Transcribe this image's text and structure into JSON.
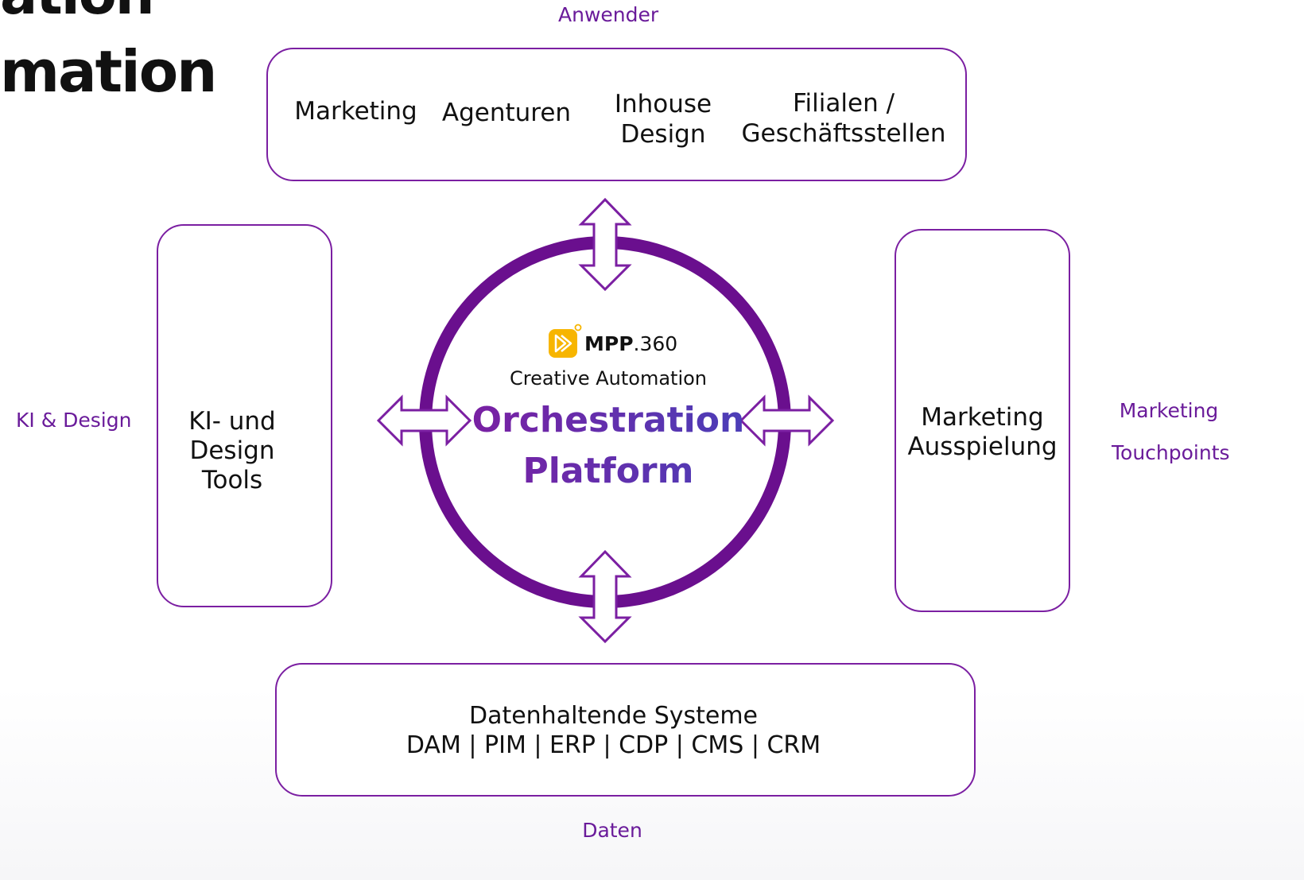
{
  "heading": {
    "line1": "ation",
    "line2": "mation"
  },
  "labels": {
    "top": "Anwender",
    "left": "KI & Design",
    "right_line1": "Marketing",
    "right_line2": "Touchpoints",
    "bottom": "Daten"
  },
  "users": {
    "item1": "Marketing",
    "item2": "Agenturen",
    "item3_line1": "Inhouse",
    "item3_line2": "Design",
    "item4_line1": "Filialen /",
    "item4_line2": "Geschäftsstellen"
  },
  "left_box": {
    "line1": "KI- und",
    "line2": "Design",
    "line3": "Tools"
  },
  "right_box": {
    "line1": "Marketing",
    "line2": "Ausspielung"
  },
  "bottom_box": {
    "title": "Datenhaltende Systeme",
    "systems": "DAM | PIM | ERP | CDP | CMS | CRM"
  },
  "center": {
    "brand_bold": "MPP",
    "brand_rest": ".360",
    "subtitle": "Creative Automation",
    "title_line1": "Orchestration",
    "title_line2": "Platform"
  },
  "colors": {
    "ring": "#6a0f8e",
    "box_border": "#7b1fa2",
    "label": "#6a1b9a",
    "gradient_end": "#4a3fb8",
    "logo": "#f7b500"
  }
}
